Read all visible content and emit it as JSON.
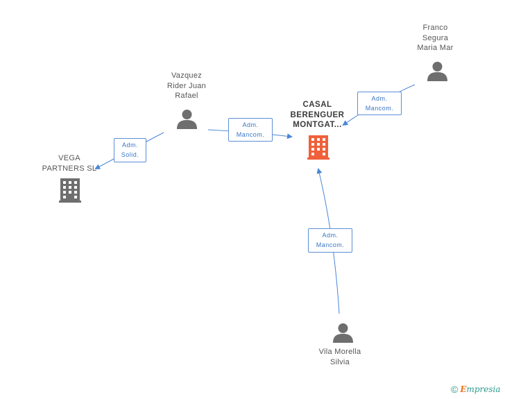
{
  "nodes": {
    "casal": {
      "label": "CASAL\nBERENGUER\nMONTGAT..."
    },
    "vazquez": {
      "label": "Vazquez\nRider Juan\nRafael"
    },
    "franco": {
      "label": "Franco\nSegura\nMaria Mar"
    },
    "vega": {
      "label": "VEGA\nPARTNERS  SL"
    },
    "vila": {
      "label": "Vila Morella\nSilvia"
    }
  },
  "edges": {
    "vazquez_casal": {
      "label": "Adm.\nMancom."
    },
    "franco_casal": {
      "label": "Adm.\nMancom."
    },
    "vazquez_vega": {
      "label": "Adm.\nSolid."
    },
    "vila_casal": {
      "label": "Adm.\nMancom."
    }
  },
  "colors": {
    "main_company": "#f0603a",
    "company": "#6e6e6e",
    "person": "#6e6e6e",
    "edge": "#4a86d6"
  },
  "footer": {
    "copyright": "©",
    "brand": "mpresia",
    "brand_initial": "E"
  }
}
